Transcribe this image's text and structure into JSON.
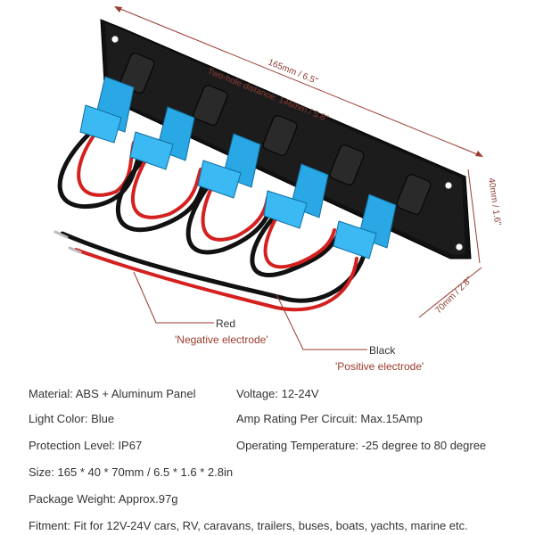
{
  "dimensions": {
    "length": "165mm / 6.5\"",
    "two_hole_distance": "Two-hole distance: 146mm / 5.8\"",
    "height": "40mm / 1.6\"",
    "depth": "70mm / 2.8\""
  },
  "callouts": {
    "red_label": "Red",
    "red_desc": "'Negative electrode'",
    "black_label": "Black",
    "black_desc": "'Positive electrode'"
  },
  "colors": {
    "panel": "#0d0d0d",
    "switch_blue": "#2aa8e6",
    "wire_red": "#d4201f",
    "wire_black": "#111111",
    "callout": "#9b3a2e"
  },
  "specs": {
    "material": "Material: ABS + Aluminum Panel",
    "voltage": "Voltage: 12-24V",
    "light_color": "Light Color: Blue",
    "amp_rating": "Amp Rating Per Circuit: Max.15Amp",
    "protection": "Protection Level: IP67",
    "operating_temp": "Operating Temperature: -25 degree to 80 degree",
    "size": "Size: 165 * 40 * 70mm / 6.5 * 1.6 * 2.8in",
    "weight": "Package Weight: Approx.97g",
    "fitment": "Fitment: Fit for 12V-24V cars, RV, caravans, trailers, buses, boats, yachts, marine etc."
  }
}
